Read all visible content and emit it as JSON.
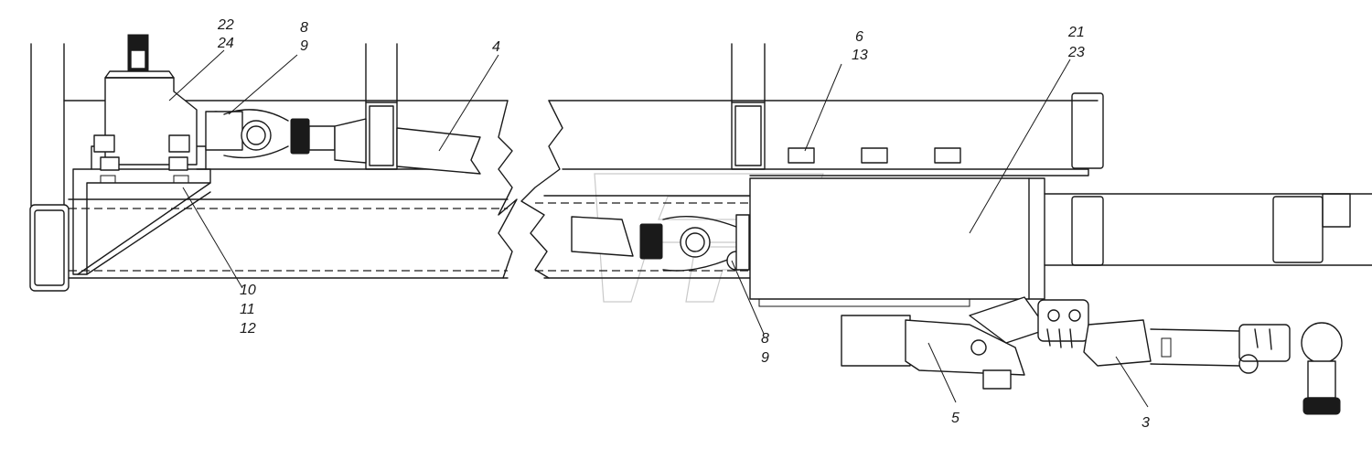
{
  "callouts": {
    "c22": "22",
    "c24": "24",
    "c8a": "8",
    "c9a": "9",
    "c4": "4",
    "c6": "6",
    "c13": "13",
    "c21": "21",
    "c23": "23",
    "c10": "10",
    "c11": "11",
    "c12": "12",
    "c8b": "8",
    "c9b": "9",
    "c5": "5",
    "c3": "3"
  }
}
